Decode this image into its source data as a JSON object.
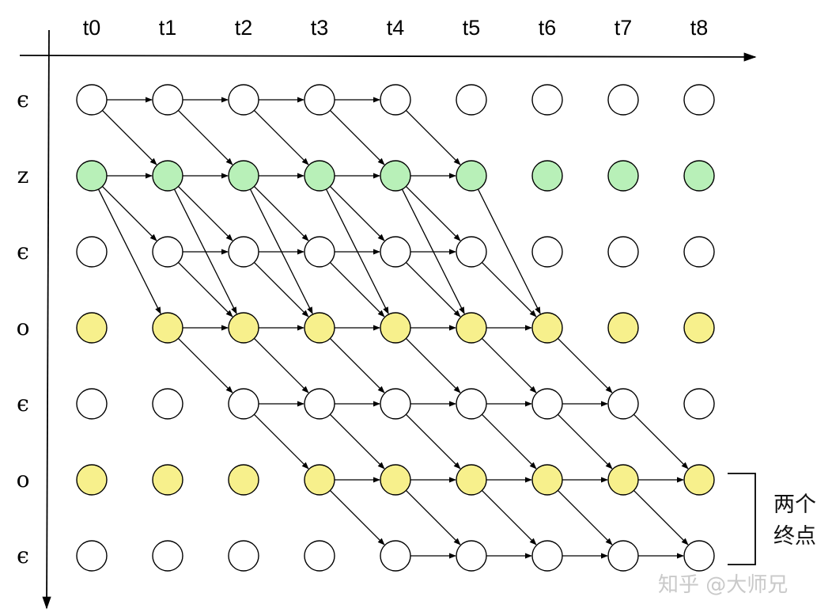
{
  "columns": [
    "t0",
    "t1",
    "t2",
    "t3",
    "t4",
    "t5",
    "t6",
    "t7",
    "t8"
  ],
  "rows": [
    {
      "label": "ϵ",
      "fill": "#ffffff"
    },
    {
      "label": "z",
      "fill": "#b8f0b8"
    },
    {
      "label": "ϵ",
      "fill": "#ffffff"
    },
    {
      "label": "o",
      "fill": "#f7f08c"
    },
    {
      "label": "ϵ",
      "fill": "#ffffff"
    },
    {
      "label": "o",
      "fill": "#f7f08c"
    },
    {
      "label": "ϵ",
      "fill": "#ffffff"
    }
  ],
  "edges": [
    [
      0,
      0,
      0,
      1
    ],
    [
      0,
      0,
      1,
      1
    ],
    [
      0,
      1,
      0,
      2
    ],
    [
      0,
      1,
      1,
      2
    ],
    [
      0,
      2,
      0,
      3
    ],
    [
      0,
      2,
      1,
      3
    ],
    [
      0,
      3,
      0,
      4
    ],
    [
      0,
      3,
      1,
      4
    ],
    [
      0,
      4,
      1,
      5
    ],
    [
      1,
      0,
      1,
      1
    ],
    [
      1,
      0,
      2,
      1
    ],
    [
      1,
      0,
      3,
      1
    ],
    [
      1,
      1,
      1,
      2
    ],
    [
      1,
      1,
      2,
      2
    ],
    [
      1,
      1,
      3,
      2
    ],
    [
      1,
      2,
      1,
      3
    ],
    [
      1,
      2,
      2,
      3
    ],
    [
      1,
      2,
      3,
      3
    ],
    [
      1,
      3,
      1,
      4
    ],
    [
      1,
      3,
      2,
      4
    ],
    [
      1,
      3,
      3,
      4
    ],
    [
      1,
      4,
      1,
      5
    ],
    [
      1,
      4,
      2,
      5
    ],
    [
      1,
      4,
      3,
      5
    ],
    [
      1,
      5,
      3,
      6
    ],
    [
      2,
      1,
      2,
      2
    ],
    [
      2,
      1,
      3,
      2
    ],
    [
      2,
      2,
      2,
      3
    ],
    [
      2,
      2,
      3,
      3
    ],
    [
      2,
      3,
      2,
      4
    ],
    [
      2,
      3,
      3,
      4
    ],
    [
      2,
      4,
      2,
      5
    ],
    [
      2,
      4,
      3,
      5
    ],
    [
      2,
      5,
      3,
      6
    ],
    [
      3,
      1,
      3,
      2
    ],
    [
      3,
      1,
      4,
      2
    ],
    [
      3,
      2,
      3,
      3
    ],
    [
      3,
      2,
      4,
      3
    ],
    [
      3,
      3,
      3,
      4
    ],
    [
      3,
      3,
      4,
      4
    ],
    [
      3,
      4,
      3,
      5
    ],
    [
      3,
      4,
      4,
      5
    ],
    [
      3,
      5,
      3,
      6
    ],
    [
      3,
      5,
      4,
      6
    ],
    [
      3,
      6,
      4,
      7
    ],
    [
      4,
      2,
      4,
      3
    ],
    [
      4,
      2,
      5,
      3
    ],
    [
      4,
      3,
      4,
      4
    ],
    [
      4,
      3,
      5,
      4
    ],
    [
      4,
      4,
      4,
      5
    ],
    [
      4,
      4,
      5,
      5
    ],
    [
      4,
      5,
      4,
      6
    ],
    [
      4,
      5,
      5,
      6
    ],
    [
      4,
      6,
      4,
      7
    ],
    [
      4,
      6,
      5,
      7
    ],
    [
      4,
      7,
      5,
      8
    ],
    [
      5,
      3,
      5,
      4
    ],
    [
      5,
      3,
      6,
      4
    ],
    [
      5,
      4,
      5,
      5
    ],
    [
      5,
      4,
      6,
      5
    ],
    [
      5,
      5,
      5,
      6
    ],
    [
      5,
      5,
      6,
      6
    ],
    [
      5,
      6,
      5,
      7
    ],
    [
      5,
      6,
      6,
      7
    ],
    [
      5,
      7,
      5,
      8
    ],
    [
      5,
      7,
      6,
      8
    ],
    [
      6,
      4,
      6,
      5
    ],
    [
      6,
      5,
      6,
      6
    ],
    [
      6,
      6,
      6,
      7
    ],
    [
      6,
      7,
      6,
      8
    ]
  ],
  "side_note": {
    "line1": "两个",
    "line2": "终点"
  },
  "watermark": "知乎 @大师兄",
  "colors": {
    "stroke": "#000000",
    "green": "#b8f0b8",
    "yellow": "#f7f08c",
    "white": "#ffffff"
  }
}
